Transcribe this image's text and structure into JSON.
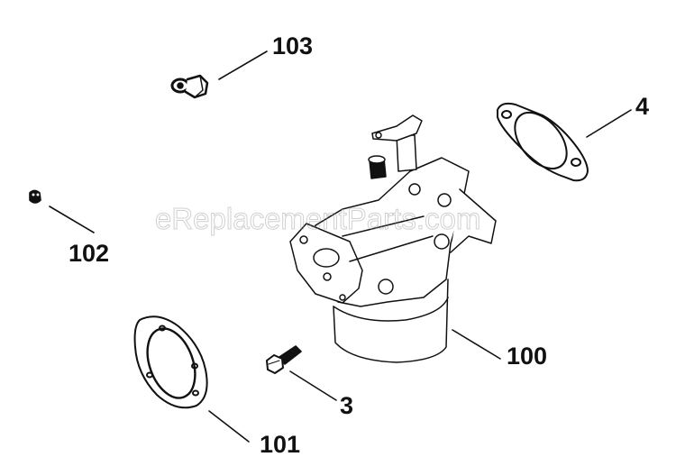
{
  "diagram": {
    "type": "exploded parts diagram",
    "subject": "carburetor assembly",
    "watermark": "eReplacementParts.com",
    "callouts": [
      {
        "id": "103",
        "label": "103",
        "part": "fitting/elbow"
      },
      {
        "id": "4",
        "label": "4",
        "part": "gasket"
      },
      {
        "id": "102",
        "label": "102",
        "part": "cap/plug"
      },
      {
        "id": "100",
        "label": "100",
        "part": "carburetor"
      },
      {
        "id": "3",
        "label": "3",
        "part": "screw/bolt"
      },
      {
        "id": "101",
        "label": "101",
        "part": "gasket (bowl)"
      }
    ]
  }
}
